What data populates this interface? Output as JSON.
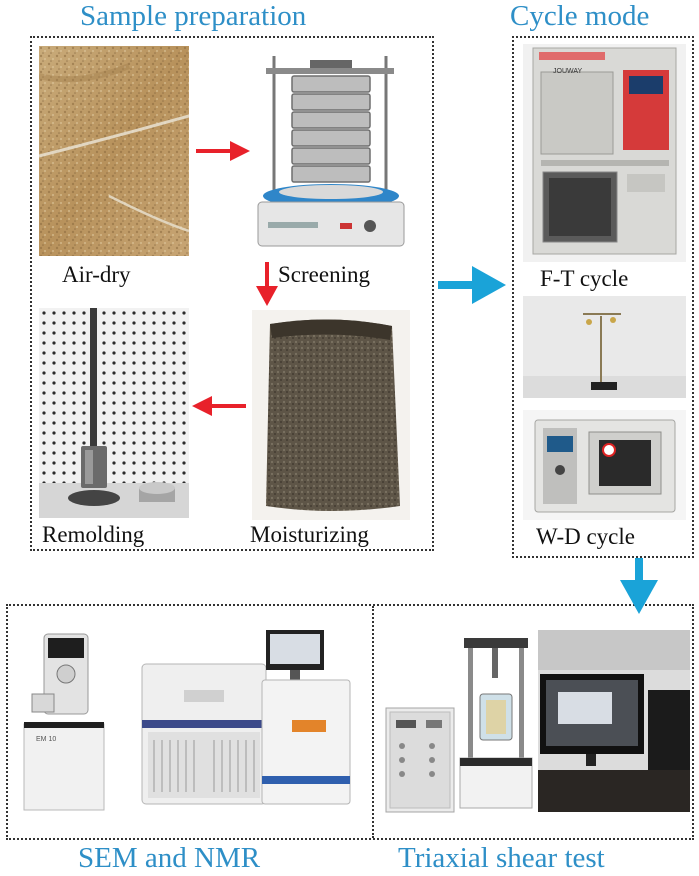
{
  "colors": {
    "title_blue": "#2e8fc7",
    "arrow_red": "#e8212a",
    "arrow_blue": "#1aa3d8",
    "frame": "#333333"
  },
  "sections": {
    "sample_preparation": "Sample preparation",
    "cycle_mode": "Cycle mode",
    "sem_nmr": "SEM and NMR",
    "triaxial": "Triaxial shear test"
  },
  "steps": {
    "air_dry": "Air-dry",
    "screening": "Screening",
    "remolding": "Remolding",
    "moisturizing": "Moisturizing",
    "ft_cycle": "F-T cycle",
    "wd_cycle": "W-D cycle"
  },
  "device_labels": {
    "chamber_brand": "JOUWAY",
    "sem_model": "EM 10"
  },
  "icons": {
    "arrow_right": "red-arrow-right-icon",
    "arrow_down": "red-arrow-down-icon",
    "arrow_left": "red-arrow-left-icon",
    "flow_right": "blue-arrow-right-icon",
    "flow_down": "blue-arrow-down-icon"
  }
}
